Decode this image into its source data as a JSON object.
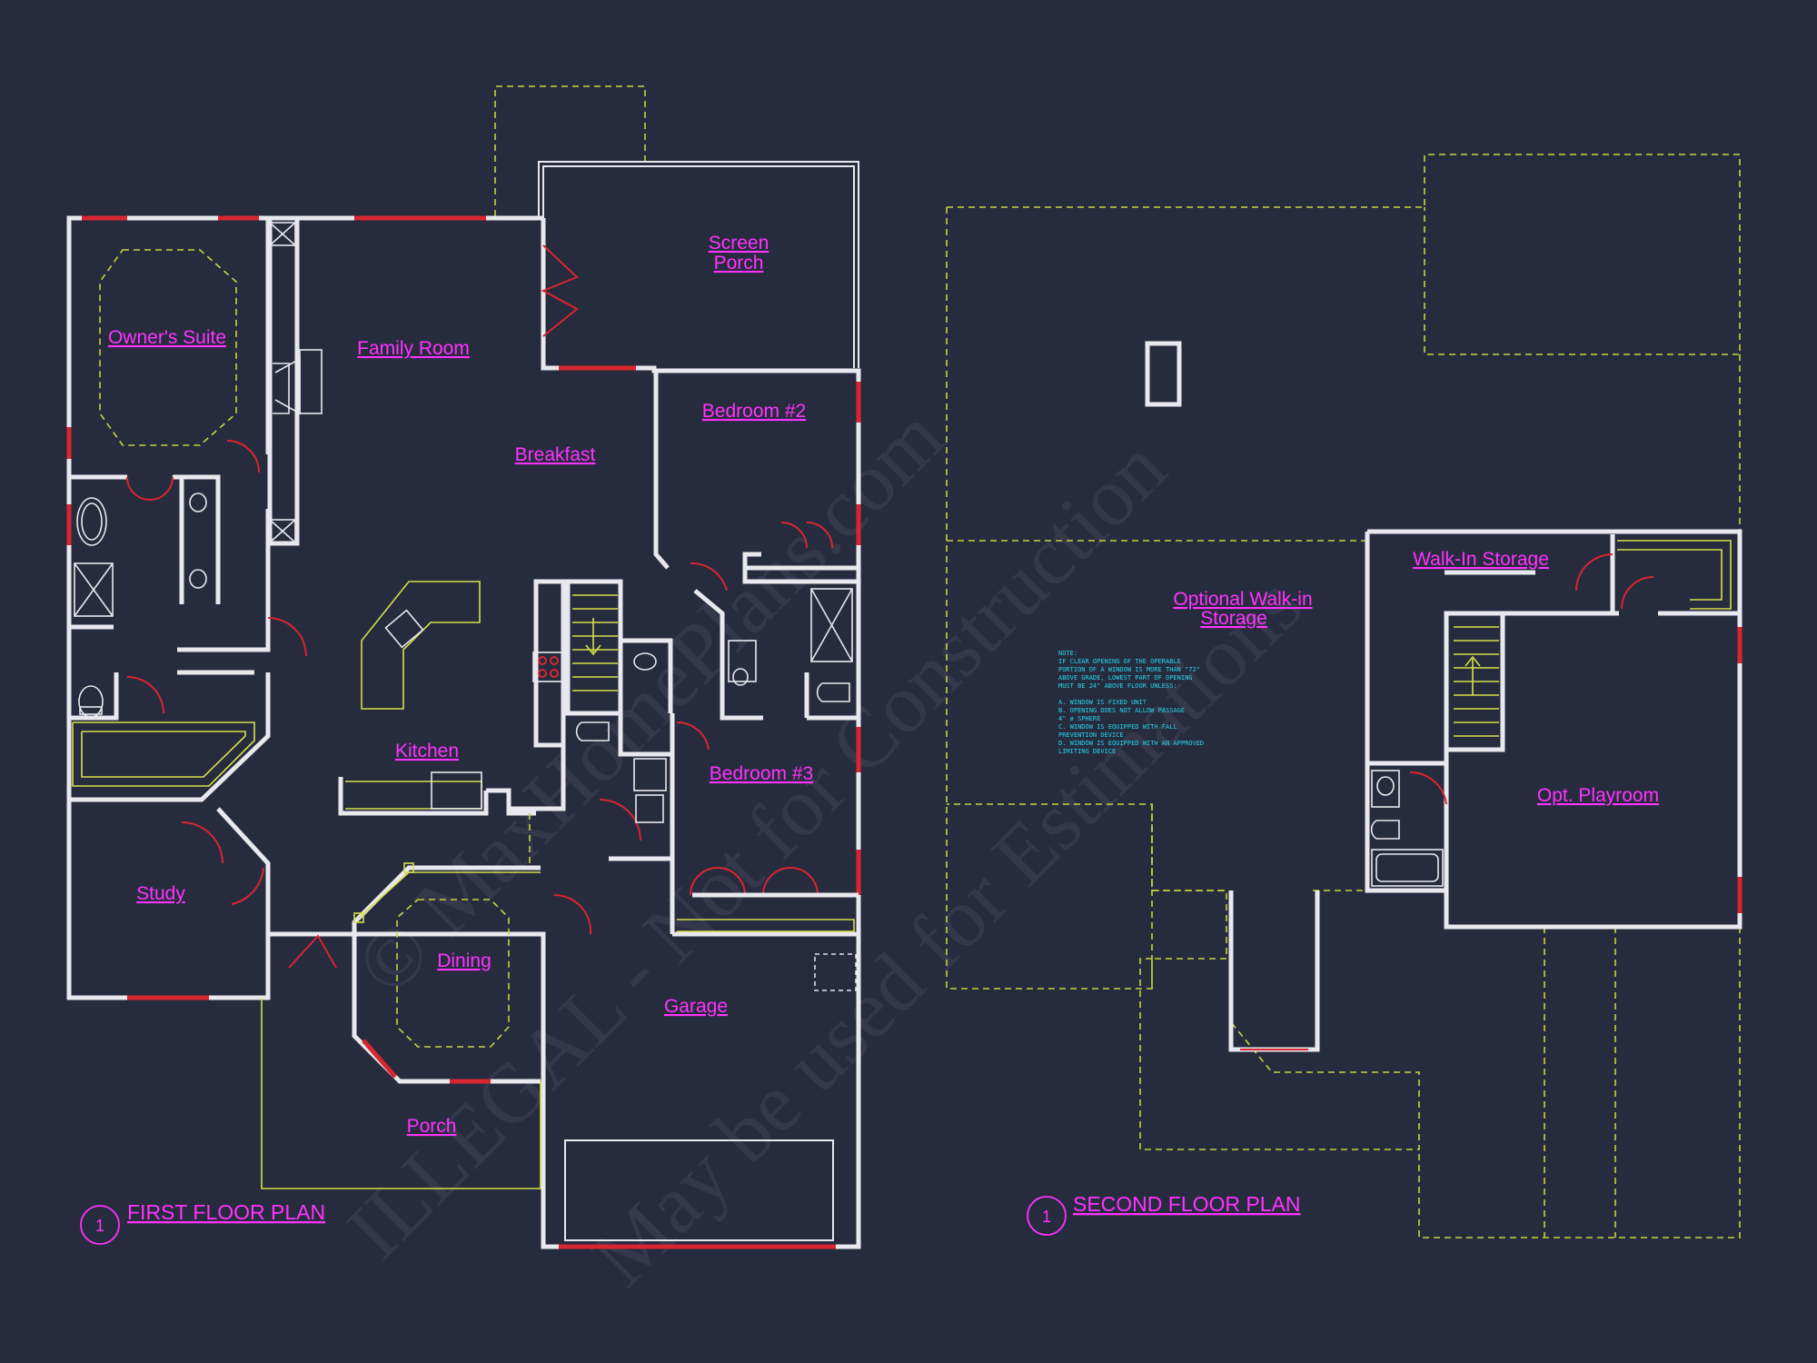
{
  "first_floor": {
    "plan_number": "1",
    "title": "FIRST FLOOR PLAN",
    "rooms": {
      "screen_porch": [
        "Screen",
        "Porch"
      ],
      "owners_suite": "Owner's Suite",
      "family_room": "Family Room",
      "bedroom_2": "Bedroom #2",
      "breakfast": "Breakfast",
      "kitchen": "Kitchen",
      "bedroom_3": "Bedroom #3",
      "study": "Study",
      "dining": "Dining",
      "garage": "Garage",
      "porch": "Porch"
    }
  },
  "second_floor": {
    "plan_number": "1",
    "title": "SECOND FLOOR PLAN",
    "rooms": {
      "walk_in_storage": "Walk-In Storage",
      "optional_storage": [
        "Optional Walk-in",
        "Storage"
      ],
      "opt_playroom": "Opt. Playroom"
    },
    "note": [
      "NOTE:",
      "IF CLEAR OPENING OF THE OPERABLE",
      "PORTION OF A WINDOW IS MORE THAN \"72\"",
      "ABOVE GRADE, LOWEST PART OF OPENING",
      "MUST BE 24\" ABOVE FLOOR UNLESS:",
      "A. WINDOW IS FIXED UNIT",
      "B. OPENING DOES NOT ALLOW PASSAGE",
      "   4\" ø SPHERE",
      "C. WINDOW IS EQUIPPED WITH FALL",
      "   PREVENTION DEVICE",
      "D. WINDOW IS EQUIPPED WITH AN APPROVED",
      "   LIMITING DEVICE"
    ]
  },
  "watermark": [
    "© MaxHomePlans.com",
    "ILLEGAL - Not for Construction",
    "May be used for Estimations"
  ],
  "colors": {
    "background": "#272b3e",
    "walls": "#e8e8ee",
    "labels": "#ff33ff",
    "windows_doors": "#d8262e",
    "dashed_outline": "#c9d43a",
    "note_text": "#22d8e8"
  }
}
